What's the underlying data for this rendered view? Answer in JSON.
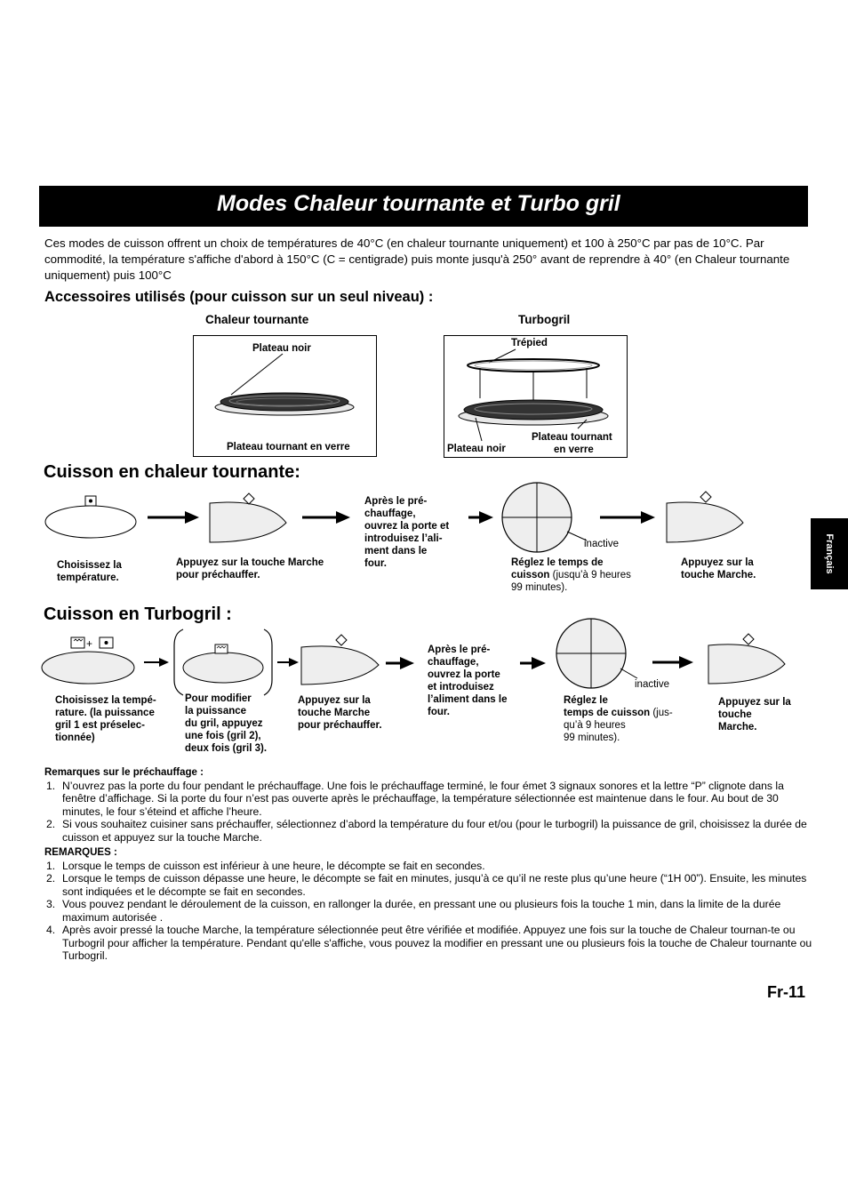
{
  "title": "Modes Chaleur tournante et Turbo gril",
  "intro": "Ces modes de cuisson offrent un choix de températures de 40°C (en chaleur tournante uniquement) et 100 à 250°C par pas de 10°C. Par commodité, la température s'affiche d'abord à 150°C (C = centigrade)  puis monte jusqu'à 250° avant de reprendre à 40° (en Chaleur tournante uniquement) puis 100°C",
  "accessories": {
    "heading": "Accessoires utilisés (pour cuisson sur un seul niveau) :",
    "convection": {
      "label": "Chaleur tournante",
      "top": "Plateau noir",
      "bottom": "Plateau tournant en verre"
    },
    "turbo": {
      "label": "Turbogril",
      "top": "Trépied",
      "left": "Plateau noir",
      "right1": "Plateau tournant",
      "right2": "en verre"
    }
  },
  "section1": {
    "heading": "Cuisson en chaleur tournante:",
    "step1": [
      "Choisissez la",
      "température."
    ],
    "step2": [
      "Appuyez sur la touche Marche",
      "pour préchauffer."
    ],
    "step3": [
      "Après le pré-",
      "chauffage,",
      "ouvrez la porte et",
      "introduisez l’ali-",
      "ment dans le",
      "four."
    ],
    "dial_label": "inactive",
    "step4": {
      "bold1": "Réglez le temps de",
      "bold2": "cuisson",
      "rest2": " (jusqu’à 9 heures",
      "line3": "99 minutes)."
    },
    "step5": [
      "Appuyez sur la",
      "touche Marche."
    ]
  },
  "section2": {
    "heading": "Cuisson en Turbogril :",
    "step1": [
      "Choisissez la tempé-",
      "rature. (la puissance",
      "gril 1 est préselec-",
      "tionnée)"
    ],
    "step2": [
      "Pour modifier",
      "la puissance",
      "du gril, appuyez",
      "une fois (gril 2),",
      "deux fois (gril 3)."
    ],
    "step3": [
      "Appuyez sur la",
      "touche Marche",
      "pour préchauffer."
    ],
    "step4": [
      "Après le pré-",
      "chauffage,",
      "ouvrez la porte",
      "et introduisez",
      "l’aliment dans le",
      "four."
    ],
    "dial_label": "inactive",
    "step5": {
      "bold1": "Réglez le",
      "bold2": "temps de cuisson",
      "rest2": " (jus-",
      "line3": "qu’à 9 heures",
      "line4": "99 minutes)."
    },
    "step6": [
      "Appuyez sur la",
      "touche",
      "Marche."
    ]
  },
  "side_tab": "Français",
  "remarks_preheat": {
    "heading": "Remarques sur le préchauffage :",
    "items": [
      {
        "num": "1.",
        "text": "N’ouvrez pas la porte du four pendant le préchauffage. Une fois le préchauffage terminé, le four émet 3 signaux sonores et la lettre “P” clignote dans la fenêtre d’affichage. Si la porte du four n’est pas ouverte après le préchauffage, la température sélectionnée est maintenue dans le four. Au bout de 30 minutes, le four s’éteind et affiche l’heure."
      },
      {
        "num": "2.",
        "text": "Si vous souhaitez cuisiner sans préchauffer, sélectionnez d’abord la température du four  et/ou (pour le turbogril)  la puissance de gril, choisissez la durée de cuisson et appuyez sur la touche Marche."
      }
    ]
  },
  "remarks": {
    "heading": "REMARQUES :",
    "items": [
      {
        "num": "1.",
        "text": "Lorsque le temps de cuisson est inférieur à une heure, le décompte se fait en secondes."
      },
      {
        "num": "2.",
        "text": "Lorsque le temps de cuisson dépasse une heure, le décompte se fait en minutes, jusqu’à ce qu’il ne reste plus qu’une heure (“1H 00”). Ensuite, les minutes sont indiquées et le décompte se fait en secondes."
      },
      {
        "num": "3.",
        "text": "Vous pouvez pendant le déroulement de la cuisson, en rallonger la durée, en pressant une ou plusieurs fois la touche 1 min, dans la limite de la durée maximum autorisée ."
      },
      {
        "num": "4.",
        "text": "Après avoir pressé la touche Marche, la température sélectionnée peut être vérifiée et modifiée. Appuyez une fois sur la touche de Chaleur tournan-te ou Turbogril pour afficher la température. Pendant qu'elle s'affiche, vous pouvez la modifier en pressant une ou plusieurs fois la touche de Chaleur tournante ou Turbogril."
      }
    ]
  },
  "page_number": "Fr-11"
}
